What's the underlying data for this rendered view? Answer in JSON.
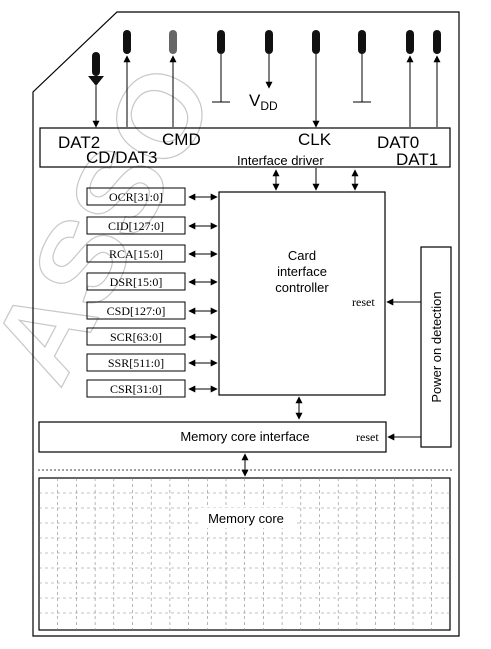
{
  "watermark": "ASSO",
  "pins": {
    "dat2": "DAT2",
    "cd_dat3": "CD/DAT3",
    "cmd": "CMD",
    "clk": "CLK",
    "dat0": "DAT0",
    "dat1": "DAT1",
    "vdd_main": "V",
    "vdd_sub": "DD"
  },
  "interface_driver": "Interface driver",
  "registers": [
    "OCR[31:0]",
    "CID[127:0]",
    "RCA[15:0]",
    "DSR[15:0]",
    "CSD[127:0]",
    "SCR[63:0]",
    "SSR[511:0]",
    "CSR[31:0]"
  ],
  "controller": {
    "line1": "Card",
    "line2": "interface",
    "line3": "controller",
    "reset": "reset"
  },
  "power_detection": "Power on detection",
  "memory_interface": {
    "label": "Memory core interface",
    "reset": "reset"
  },
  "memory_core": "Memory core"
}
